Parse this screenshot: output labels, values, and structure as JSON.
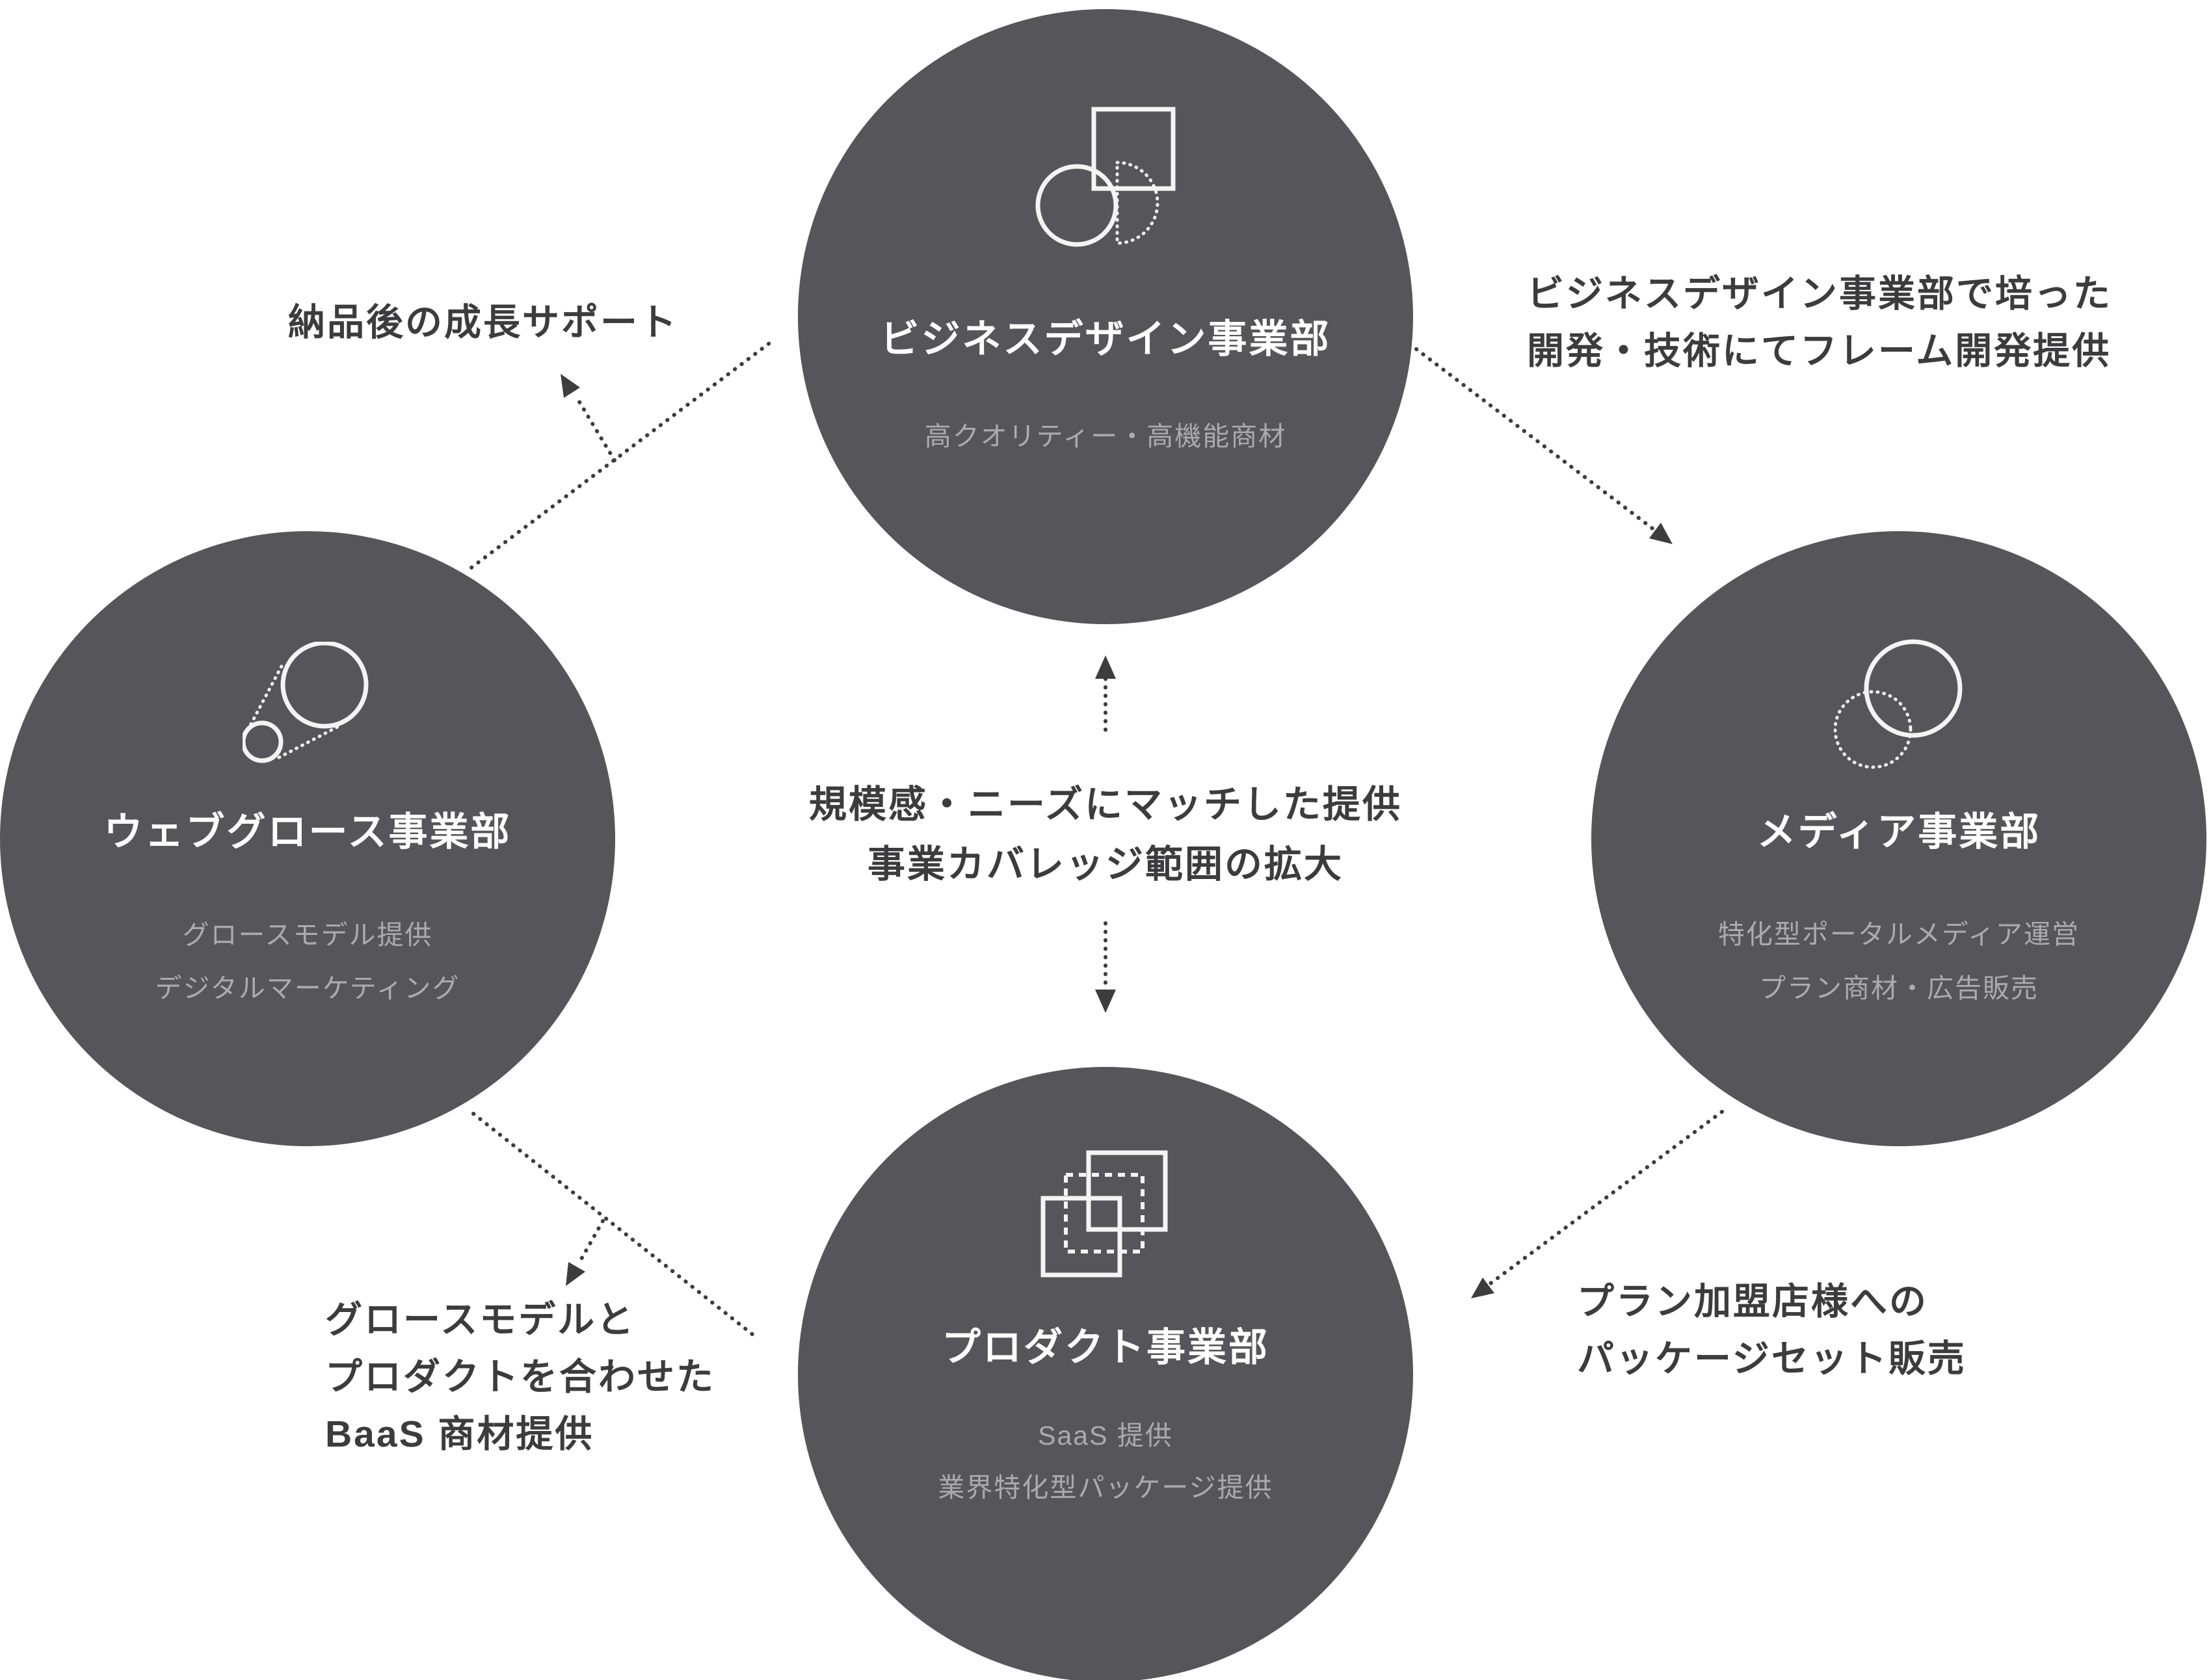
{
  "colors": {
    "background": "#ffffff",
    "node_fill": "#56565A",
    "ink": "#3D3D3F",
    "node_title": "#ffffff",
    "node_subtitle": "#ABABAE"
  },
  "nodes": {
    "business_design": {
      "title": "ビジネスデザイン事業部",
      "subtitles": [
        "高クオリティー・高機能商材"
      ],
      "icon": "square-circle-semicircle-icon"
    },
    "web_growth": {
      "title": "ウェブグロース事業部",
      "subtitles": [
        "グロースモデル提供",
        "デジタルマーケティング"
      ],
      "icon": "growth-tangent-circles-icon"
    },
    "media": {
      "title": "メディア事業部",
      "subtitles": [
        "特化型ポータルメディア運営",
        "プラン商材・広告販売"
      ],
      "icon": "overlapping-circles-icon"
    },
    "product": {
      "title": "プロダクト事業部",
      "subtitles": [
        "SaaS 提供",
        "業界特化型パッケージ提供"
      ],
      "icon": "overlapping-squares-icon"
    }
  },
  "annotations": {
    "after_delivery": {
      "lines": [
        "納品後の成長サポート"
      ]
    },
    "frame_dev": {
      "lines": [
        "ビジネスデザイン事業部で培った",
        "開発・技術にてフレーム開発提供"
      ]
    },
    "center": {
      "lines": [
        "規模感・ニーズにマッチした提供",
        "事業カバレッジ範囲の拡大"
      ]
    },
    "baas": {
      "lines": [
        "グロースモデルと",
        "プロダクトを合わせた",
        "BaaS 商材提供"
      ]
    },
    "package_sales": {
      "lines": [
        "プラン加盟店様への",
        "パッケージセット販売"
      ]
    }
  }
}
